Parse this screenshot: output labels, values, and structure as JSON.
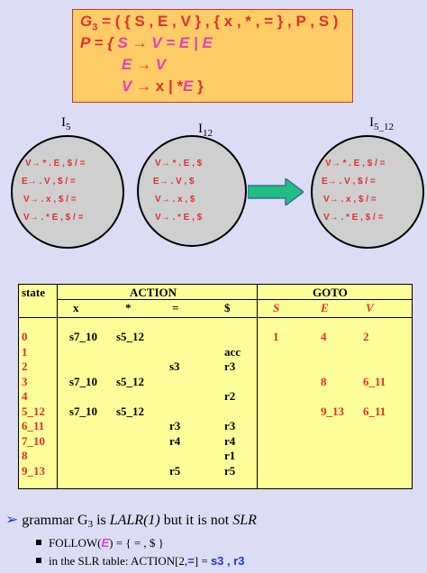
{
  "grammar": {
    "g3": "G",
    "g3_sub": "3",
    "g3_def": " = ( { S , E , V } , { x , * , = } , P , S )",
    "p_prefix": "P = { ",
    "p_lhs": "S",
    "p_arrow": " → ",
    "p_rhs": "V = E | E",
    "e_lhs": "E",
    "e_arrow": " → ",
    "e_rhs": "V",
    "v_lhs": "V",
    "v_arrow": " → ",
    "v_rhs_x": "x | *",
    "v_rhs_e": "E",
    "v_close": " }"
  },
  "states": [
    {
      "label": "I",
      "sub": "5",
      "items": [
        "V→ * . E , $ / =",
        "E→ . V , $ / =",
        "V→ . x , $ / =",
        "V→ . * E , $ / ="
      ]
    },
    {
      "label": "I",
      "sub": "12",
      "items": [
        "V→ * . E , $",
        "E→ . V , $",
        "V→ . x , $",
        "V→ . * E , $"
      ]
    },
    {
      "label": "I",
      "sub": "5_12",
      "items": [
        "V→ * . E , $ / =",
        "E→ . V , $ / =",
        "V→ . x , $ / =",
        "V→ . * E , $ / ="
      ]
    }
  ],
  "table": {
    "state_hdr": "state",
    "action_hdr": "ACTION",
    "goto_hdr": "GOTO",
    "terminals": [
      "x",
      "*",
      "=",
      "$"
    ],
    "nonterminals": [
      "S",
      "E",
      "V"
    ],
    "rows": [
      {
        "state": "0",
        "x": "s7_10",
        "star": "s5_12",
        "eq": "",
        "dollar": "",
        "S": "1",
        "E": "4",
        "V": "2"
      },
      {
        "state": "1",
        "x": "",
        "star": "",
        "eq": "",
        "dollar": "acc",
        "S": "",
        "E": "",
        "V": ""
      },
      {
        "state": "2",
        "x": "",
        "star": "",
        "eq": "s3",
        "dollar": "r3",
        "S": "",
        "E": "",
        "V": ""
      },
      {
        "state": "3",
        "x": "s7_10",
        "star": "s5_12",
        "eq": "",
        "dollar": "",
        "S": "",
        "E": "8",
        "V": "6_11"
      },
      {
        "state": "4",
        "x": "",
        "star": "",
        "eq": "",
        "dollar": "r2",
        "S": "",
        "E": "",
        "V": ""
      },
      {
        "state": "5_12",
        "x": "s7_10",
        "star": "s5_12",
        "eq": "",
        "dollar": "",
        "S": "",
        "E": "9_13",
        "V": "6_11"
      },
      {
        "state": "6_11",
        "x": "",
        "star": "",
        "eq": "r3",
        "dollar": "r3",
        "S": "",
        "E": "",
        "V": ""
      },
      {
        "state": "7_10",
        "x": "",
        "star": "",
        "eq": "r4",
        "dollar": "r4",
        "S": "",
        "E": "",
        "V": ""
      },
      {
        "state": "8",
        "x": "",
        "star": "",
        "eq": "",
        "dollar": "r1",
        "S": "",
        "E": "",
        "V": ""
      },
      {
        "state": "9_13",
        "x": "",
        "star": "",
        "eq": "r5",
        "dollar": "r5",
        "S": "",
        "E": "",
        "V": ""
      }
    ]
  },
  "notes": {
    "line1_pre": "grammar G",
    "line1_sub": "3",
    "line1_mid": " is ",
    "line1_lalr": "LALR(1)",
    "line1_post": " but it is not ",
    "line1_slr": "SLR",
    "line2_pre": "FOLLOW(",
    "line2_E": "E",
    "line2_post": ") = { = , $ }",
    "line3_pre": "in the SLR table:  ACTION[2,",
    "line3_eq": "=",
    "line3_mid": "] = ",
    "line3_conflict": "s3 , r3"
  },
  "colors": {
    "background": "#dcdcf5",
    "grammar_box": "#ffcc66",
    "table_bg": "#ffff99",
    "red": "#e03030",
    "magenta": "#e040c0",
    "arrow_fill": "#1fbf7f"
  }
}
